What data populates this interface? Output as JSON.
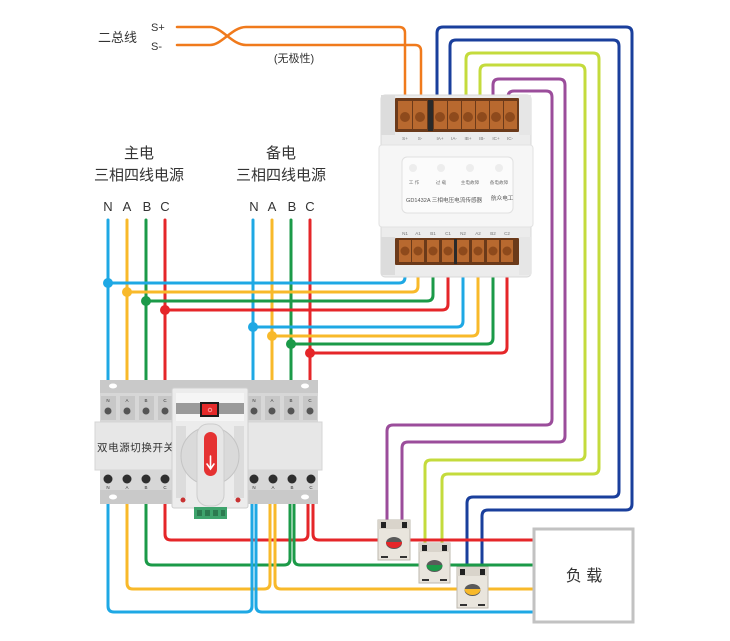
{
  "bus": {
    "label": "二总线",
    "s_plus": "S+",
    "s_minus": "S-",
    "polarity_note": "(无极性)"
  },
  "main_source": {
    "title": "主电",
    "subtitle": "三相四线电源",
    "phases": [
      "N",
      "A",
      "B",
      "C"
    ]
  },
  "backup_source": {
    "title": "备电",
    "subtitle": "三相四线电源",
    "phases": [
      "N",
      "A",
      "B",
      "C"
    ]
  },
  "transfer_switch": {
    "label": "双电源切换开关",
    "terminals": [
      "N",
      "A",
      "B",
      "C"
    ]
  },
  "sensor": {
    "model": "GD1432A 三相电压电流传感器",
    "brand": "航众电工",
    "top_terminals": [
      "S+",
      "S-",
      "IA+",
      "IA-",
      "IB+",
      "IB-",
      "IC+",
      "IC-"
    ],
    "bottom_terminals": [
      "N1",
      "A1",
      "B1",
      "C1",
      "N2",
      "A2",
      "B2",
      "C2"
    ],
    "indicators": [
      "工 作",
      "过 载",
      "主电故障",
      "备电故障"
    ]
  },
  "load": {
    "label": "负 载"
  },
  "colors": {
    "bus": "#f07a1c",
    "phase_n": "#1ea8e4",
    "phase_a": "#f8b92a",
    "phase_b": "#1b9a48",
    "phase_c": "#e52629",
    "ct_a": "#1a3f9c",
    "ct_b": "#c4db3c",
    "ct_c": "#9b4d9b"
  }
}
